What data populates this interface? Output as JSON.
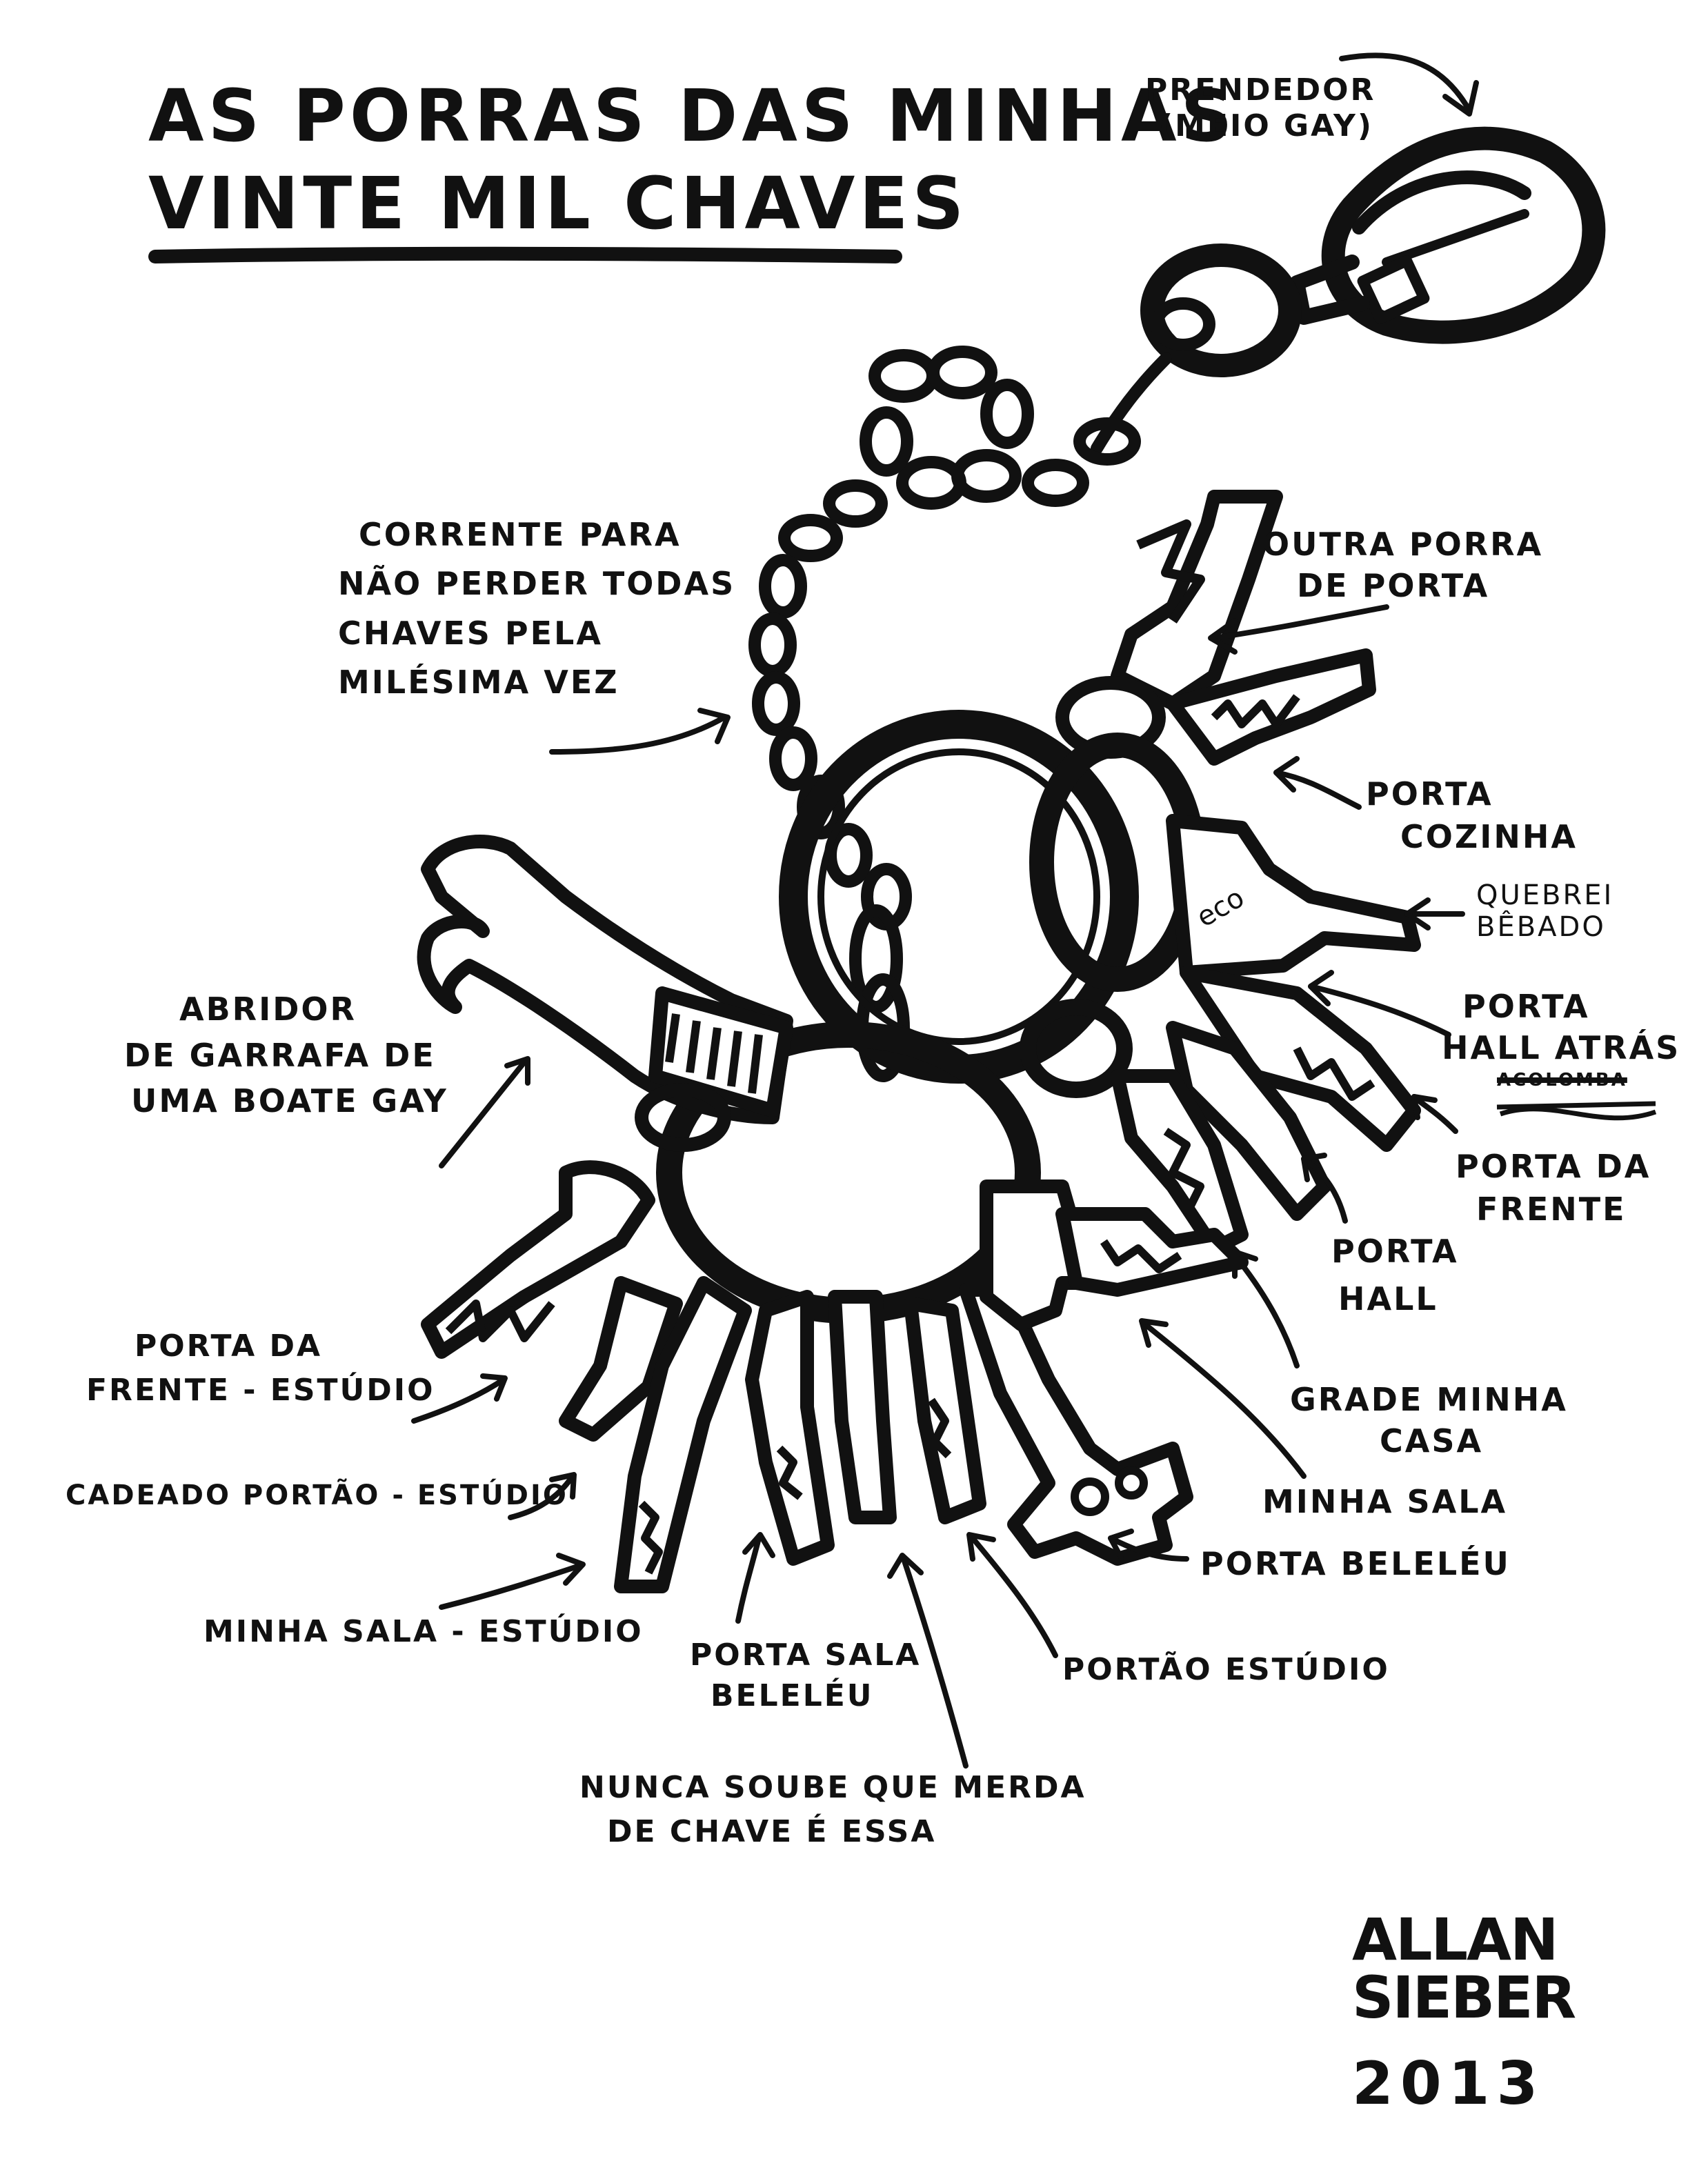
{
  "title": {
    "lines": [
      "AS PORRAS DAS MINHAS",
      "VINTE MIL CHAVES"
    ]
  },
  "labels": {
    "prendedor": [
      "PRENDEDOR",
      "(MEIO GAY)"
    ],
    "corrente": [
      "CORRENTE PARA",
      "NÃO PERDER TODAS",
      "CHAVES PELA",
      "MILÉSIMA VEZ"
    ],
    "outra_porra": [
      "OUTRA PORRA",
      "DE PORTA"
    ],
    "porta_cozinha": [
      "PORTA",
      "COZINHA"
    ],
    "quebrei": [
      "QUEBREI",
      "BÊBADO"
    ],
    "porta_hall_atras": [
      "PORTA",
      "HALL ATRÁS"
    ],
    "crossed_out": "ACOLOMBA",
    "porta_da_frente": [
      "PORTA DA",
      "FRENTE"
    ],
    "porta_hall": [
      "PORTA",
      "HALL"
    ],
    "abridor": [
      "ABRIDOR",
      "DE GARRAFA DE",
      "UMA BOATE GAY"
    ],
    "grade": [
      "GRADE MINHA",
      "CASA"
    ],
    "minha_sala": [
      "MINHA SALA"
    ],
    "porta_beleleu": [
      "PORTA BELELÉU"
    ],
    "portao_estudio": [
      "PORTÃO ESTÚDIO"
    ],
    "porta_frente_estudio": [
      "PORTA DA",
      "FRENTE - ESTÚDIO"
    ],
    "cadeado": [
      "CADEADO PORTÃO - ESTÚDIO"
    ],
    "minha_sala_estudio": [
      "MINHA SALA - ESTÚDIO"
    ],
    "porta_sala_beleleu": [
      "PORTA SALA",
      "BELELÉU"
    ],
    "nunca_soube": [
      "NUNCA SOUBE QUE MERDA",
      "DE CHAVE É ESSA"
    ]
  },
  "signature": {
    "lines": [
      "ALLAN",
      "SIEBER"
    ],
    "year": "2013"
  },
  "colors": {
    "ink": "#111111",
    "paper": "#ffffff"
  }
}
